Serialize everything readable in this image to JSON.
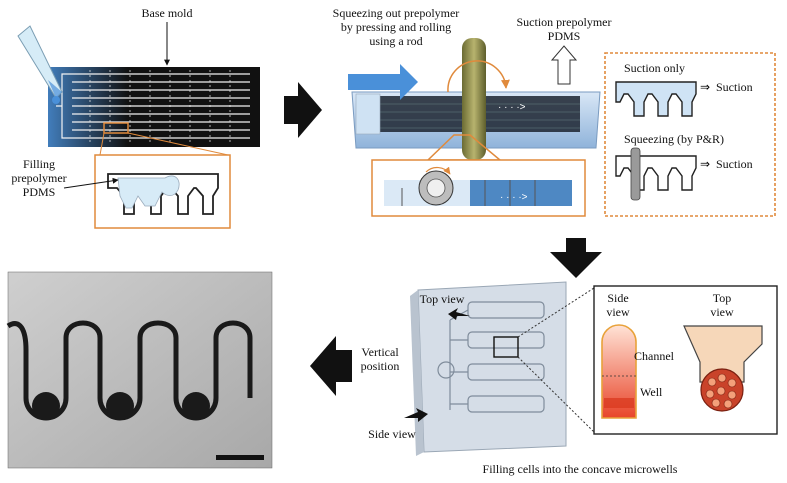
{
  "labels": {
    "base_mold": "Base mold",
    "filling_prepolymer": [
      "Filling",
      "prepolymer",
      "PDMS"
    ],
    "squeezing_title": [
      "Squeezing out prepolymer",
      "by pressing and rolling",
      "using a rod"
    ],
    "suction_prepolymer": [
      "Suction prepolymer",
      "PDMS"
    ],
    "suction_only": "Suction only",
    "suction_1": "Suction",
    "squeezing_pr": "Squeezing (by P&R)",
    "suction_2": "Suction",
    "top_view": "Top view",
    "side_view": "Side view",
    "vertical_position": [
      "Vertical",
      "position"
    ],
    "inset_side_view": [
      "Side",
      "view"
    ],
    "inset_top_view": [
      "Top",
      "view"
    ],
    "channel": "Channel",
    "well": "Well",
    "filling_cells": "Filling cells into the concave microwells"
  },
  "colors": {
    "orange_frame": "#e08a3c",
    "blue_prepolymer": "#4a90d9",
    "dark_mold": "#111111",
    "rod": "#8a8a4a",
    "cells_red": "#e8452a"
  }
}
